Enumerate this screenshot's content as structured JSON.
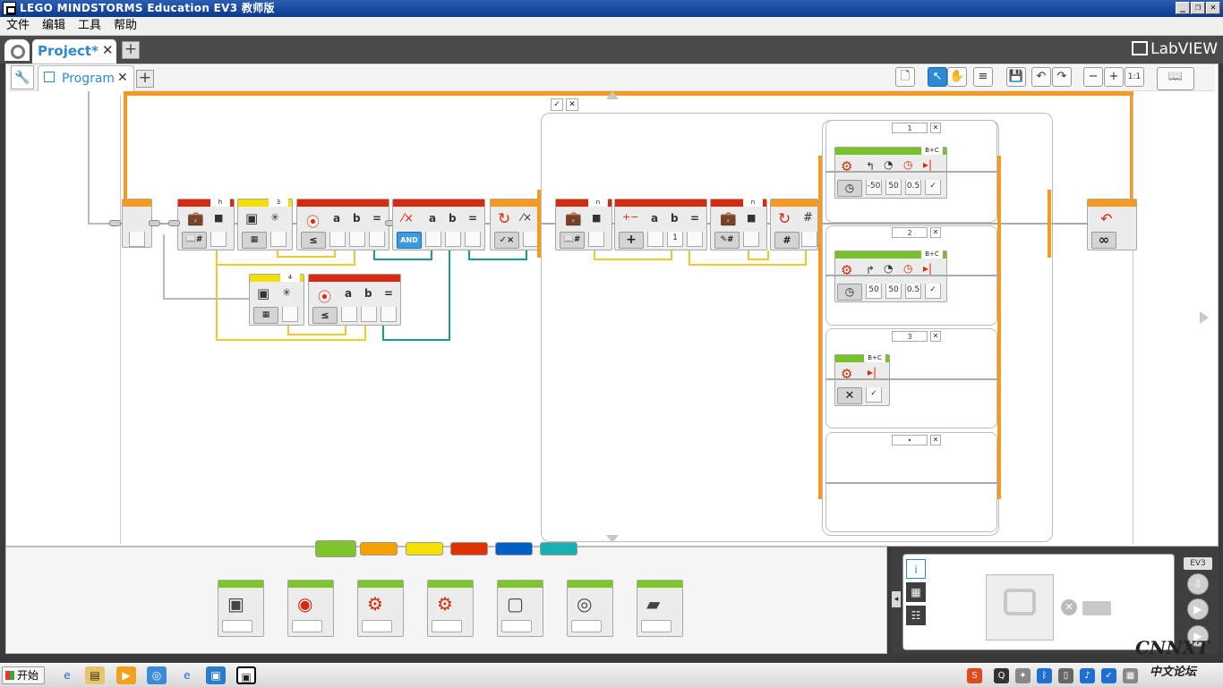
{
  "window": {
    "title": "LEGO MINDSTORMS Education EV3 教师版",
    "btn_min": "_",
    "btn_max": "❐",
    "btn_close": "✕"
  },
  "menu": [
    "文件",
    "编辑",
    "工具",
    "帮助"
  ],
  "project_tab": {
    "label": "Project*",
    "close": "✕",
    "add": "+"
  },
  "brand": "LabVIEW",
  "program_tab": {
    "label": "Program",
    "close": "✕",
    "add": "+"
  },
  "toolbar": {
    "new_icon": "🗋",
    "select_icon": "↖",
    "pan_icon": "✋",
    "comment_icon": "≡",
    "save_icon": "💾",
    "undo_icon": "↶",
    "redo_icon": "↷",
    "zoom_out": "−",
    "zoom_in": "+",
    "zoom_reset": "1:1",
    "content_editor": "📖"
  },
  "blocks": {
    "var_h": {
      "name": "h"
    },
    "sensor_3": {
      "port": "3"
    },
    "sensor_4": {
      "port": "4"
    },
    "var_n1": {
      "name": "n"
    },
    "var_n2": {
      "name": "n"
    },
    "compare_a": "a",
    "compare_b": "b",
    "compare_eq": "=",
    "logic_mode": "AND",
    "math_value": "1",
    "motor_ports": "B+C",
    "case1": {
      "label": "1",
      "steer": "-50",
      "power": "50",
      "seconds": "0.5"
    },
    "case2": {
      "label": "2",
      "steer": "50",
      "power": "50",
      "seconds": "0.5"
    },
    "case3": {
      "label": "3"
    },
    "case_default": {
      "label": "•"
    }
  },
  "palette_colors": [
    "#7ec42b",
    "#f5a200",
    "#f5e100",
    "#e03200",
    "#0060c8",
    "#1aafb0"
  ],
  "hw": {
    "ev3_label": "EV3",
    "info_icon": "i"
  },
  "taskbar": {
    "start": "开始"
  },
  "watermark": {
    "top": "CNNXT",
    "bottom": "中文论坛"
  },
  "colors": {
    "orange": "#f59a1f",
    "red": "#d82a10",
    "yellow": "#f2e000",
    "green": "#79c12a",
    "blue": "#2a8ad6",
    "wire_yellow": "#f2c82a",
    "wire_green": "#17a084"
  }
}
